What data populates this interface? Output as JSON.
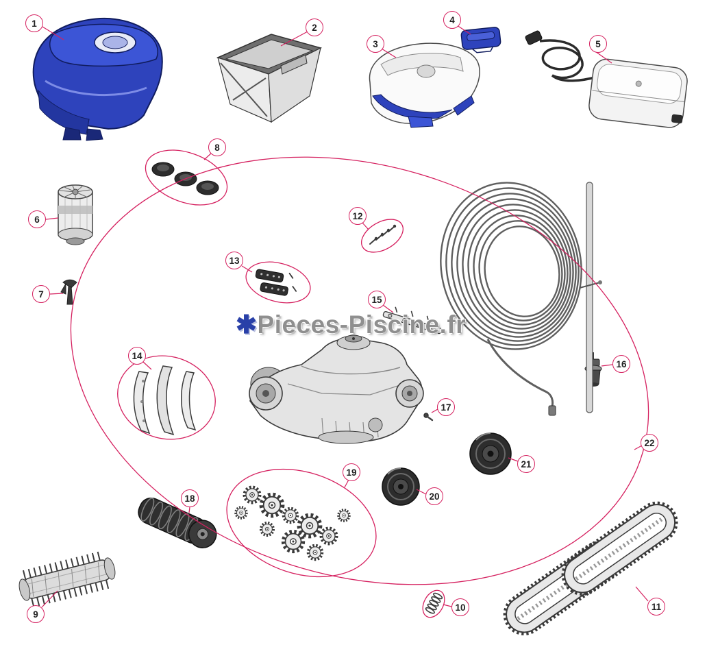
{
  "watermark": {
    "asterisk": "✱",
    "text": "Pieces-Piscine.fr"
  },
  "colors": {
    "accent": "#d5205f",
    "part_blue": "#2e43bc",
    "watermark_gray": "#8f8f8f"
  },
  "callouts": [
    {
      "label": "1"
    },
    {
      "label": "2"
    },
    {
      "label": "3"
    },
    {
      "label": "4"
    },
    {
      "label": "5"
    },
    {
      "label": "6"
    },
    {
      "label": "7"
    },
    {
      "label": "8"
    },
    {
      "label": "9"
    },
    {
      "label": "10"
    },
    {
      "label": "11"
    },
    {
      "label": "12"
    },
    {
      "label": "13"
    },
    {
      "label": "14"
    },
    {
      "label": "15"
    },
    {
      "label": "16"
    },
    {
      "label": "17"
    },
    {
      "label": "18"
    },
    {
      "label": "19"
    },
    {
      "label": "20"
    },
    {
      "label": "21"
    },
    {
      "label": "22"
    }
  ]
}
